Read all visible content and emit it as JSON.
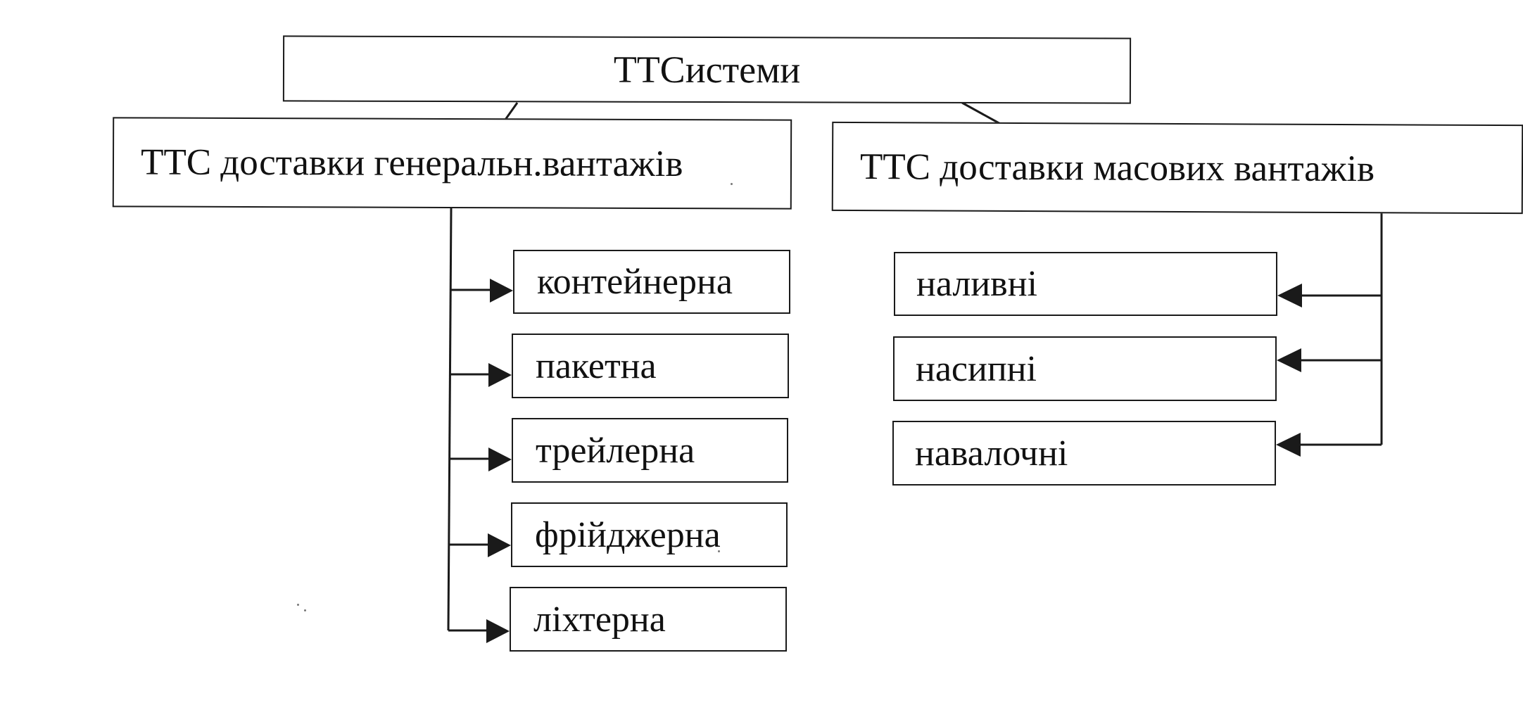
{
  "root": {
    "label": "ТТСистеми"
  },
  "general": {
    "label": "ТТС доставки генеральн.вантажів",
    "items": [
      "контейнерна",
      "пакетна",
      "трейлерна",
      "фрійджерна",
      "ліхтерна"
    ]
  },
  "bulk": {
    "label": "ТТС доставки масових вантажів",
    "items": [
      "наливні",
      "насипні",
      "навалочні"
    ]
  },
  "colors": {
    "line": "#1a1a1a",
    "background": "#ffffff"
  }
}
